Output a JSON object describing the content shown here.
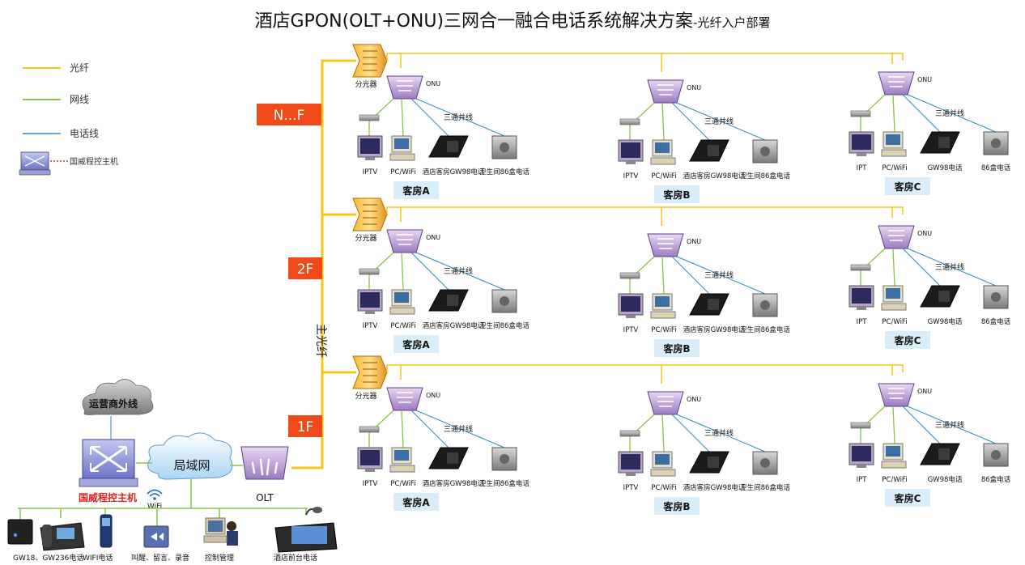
{
  "title": {
    "main": "酒店GPON(OLT+ONU)三网合一融合电话系统解决方案",
    "sub": "-光纤入户部署"
  },
  "legend": {
    "fiber": "光纤",
    "network": "网线",
    "phone": "电话线",
    "host": "国威程控主机"
  },
  "colors": {
    "fiber": "#f5c518",
    "network": "#8bc34a",
    "phone": "#2e8bc0",
    "floor_tag": "#f04a1a",
    "room_tag": "#d9eefa"
  },
  "floors": [
    {
      "tag": "N...F",
      "splitter": "分光器",
      "rooms": [
        {
          "room": "客房A",
          "onu": "ONU",
          "line": "三通并线",
          "devices": [
            "IPTV",
            "PC/WiFi",
            "酒店客房GW98电话",
            "卫生间86盒电话"
          ]
        },
        {
          "room": "客房B",
          "onu": "ONU",
          "line": "三通并线",
          "devices": [
            "IPTV",
            "PC/WiFi",
            "酒店客房GW98电话",
            "卫生间86盒电话"
          ]
        },
        {
          "room": "客房C",
          "onu": "ONU",
          "line": "三通并线",
          "devices": [
            "IPT",
            "PC/WiFi",
            "GW98电话",
            "86盒电话"
          ]
        }
      ]
    },
    {
      "tag": "2F",
      "splitter": "分光器",
      "rooms": [
        {
          "room": "客房A",
          "onu": "ONU",
          "line": "三通并线",
          "devices": [
            "IPTV",
            "PC/WiFi",
            "酒店客房GW98电话",
            "卫生间86盒电话"
          ]
        },
        {
          "room": "客房B",
          "onu": "ONU",
          "line": "三通并线",
          "devices": [
            "IPTV",
            "PC/WiFi",
            "酒店客房GW98电话",
            "卫生间86盒电话"
          ]
        },
        {
          "room": "客房C",
          "onu": "ONU",
          "line": "三通并线",
          "devices": [
            "IPT",
            "PC/WiFi",
            "GW98电话",
            "86盒电话"
          ]
        }
      ]
    },
    {
      "tag": "1F",
      "splitter": "分光器",
      "rooms": [
        {
          "room": "客房A",
          "onu": "ONU",
          "line": "三通并线",
          "devices": [
            "IPTV",
            "PC/WiFi",
            "酒店客房GW98电话",
            "卫生间86盒电话"
          ]
        },
        {
          "room": "客房B",
          "onu": "ONU",
          "line": "三通并线",
          "devices": [
            "IPTV",
            "PC/WiFi",
            "酒店客房GW98电话",
            "卫生间86盒电话"
          ]
        },
        {
          "room": "客房C",
          "onu": "ONU",
          "line": "三通并线",
          "devices": [
            "IPT",
            "PC/WiFi",
            "GW98电话",
            "86盒电话"
          ]
        }
      ]
    }
  ],
  "trunk": "主光纤",
  "core": {
    "cloud_isp": "运营商外线",
    "cloud_lan": "局域网",
    "olt": "OLT",
    "host": "国威程控主机",
    "wifi": "WiFi",
    "terminals": [
      "GW18、GW236电话",
      "WIFI电话",
      "叫醒、留言、录音",
      "控制管理",
      "酒店前台电话"
    ]
  }
}
